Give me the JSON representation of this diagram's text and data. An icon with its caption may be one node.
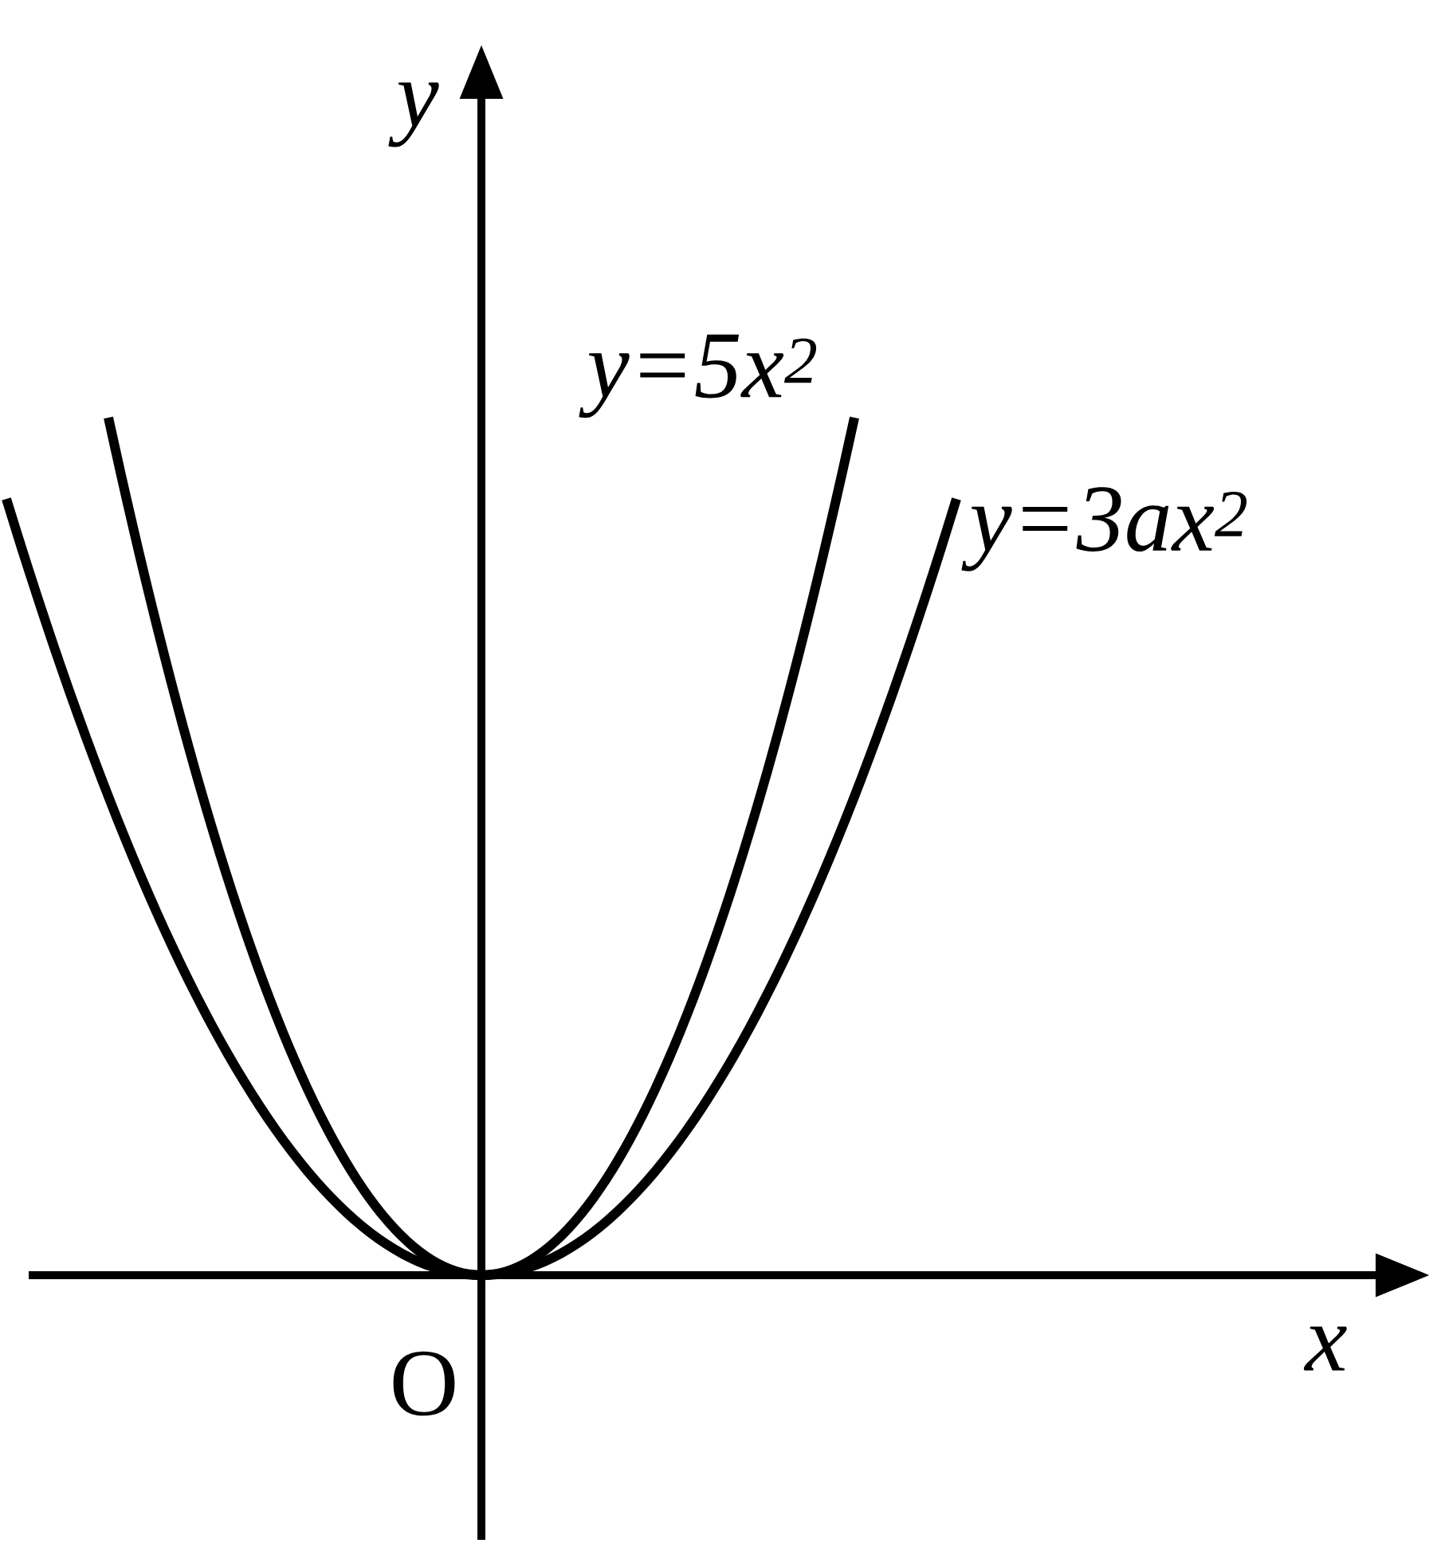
{
  "diagram": {
    "labels": [
      "y",
      "y=5x$^{2}$",
      "y=3ax$^{2}$",
      "x",
      "O"
    ]
  }
}
